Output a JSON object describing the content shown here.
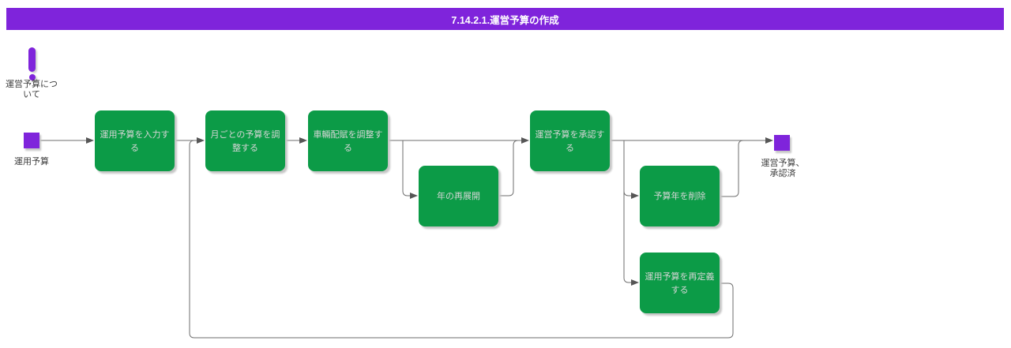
{
  "title": "7.14.2.1.運営予算の作成",
  "colors": {
    "purple": "#7f24db",
    "green": "#0c9b47",
    "connector": "#6e6e6e",
    "task_text": "#d6d6d6",
    "label_text": "#3d3d3d"
  },
  "annotation": {
    "icon": "exclamation-icon",
    "label": "運営予算につ\nいて"
  },
  "start_event": {
    "label": "運用予算"
  },
  "end_event": {
    "label": "運営予算、\n承認済"
  },
  "tasks": [
    {
      "label": "運用予算を入力す\nる"
    },
    {
      "label": "月ごとの予算を調\n整する"
    },
    {
      "label": "車輛配賦を調整す\nる"
    },
    {
      "label": "年の再展開"
    },
    {
      "label": "運営予算を承認す\nる"
    },
    {
      "label": "予算年を削除"
    },
    {
      "label": "運用予算を再定義\nする"
    }
  ]
}
